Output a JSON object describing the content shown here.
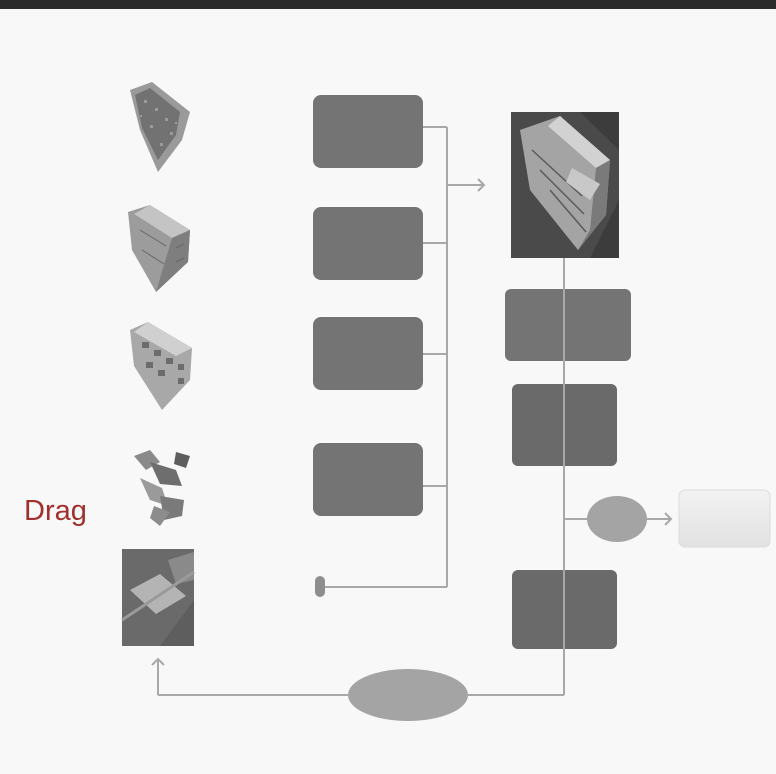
{
  "side_label": {
    "text": "Drag",
    "color": "#a0302e"
  },
  "palette": {
    "background": "#f8f8f8",
    "box_fill": "#747474",
    "box_dark_fill": "#6a6a6a",
    "ellipse_fill": "#a4a4a4",
    "output_box_fill": "#ececec",
    "connector": "#a8a8a8",
    "top_bar": "#2b2b2b"
  },
  "thumbnails": [
    {
      "name": "thumbnail-building-1",
      "style": "sparse-point-cloud"
    },
    {
      "name": "thumbnail-building-2",
      "style": "dense-mesh"
    },
    {
      "name": "thumbnail-building-3",
      "style": "mesh-with-openings"
    },
    {
      "name": "thumbnail-building-4",
      "style": "fragmented-mesh"
    },
    {
      "name": "thumbnail-building-5",
      "style": "aerial-photo"
    }
  ]
}
